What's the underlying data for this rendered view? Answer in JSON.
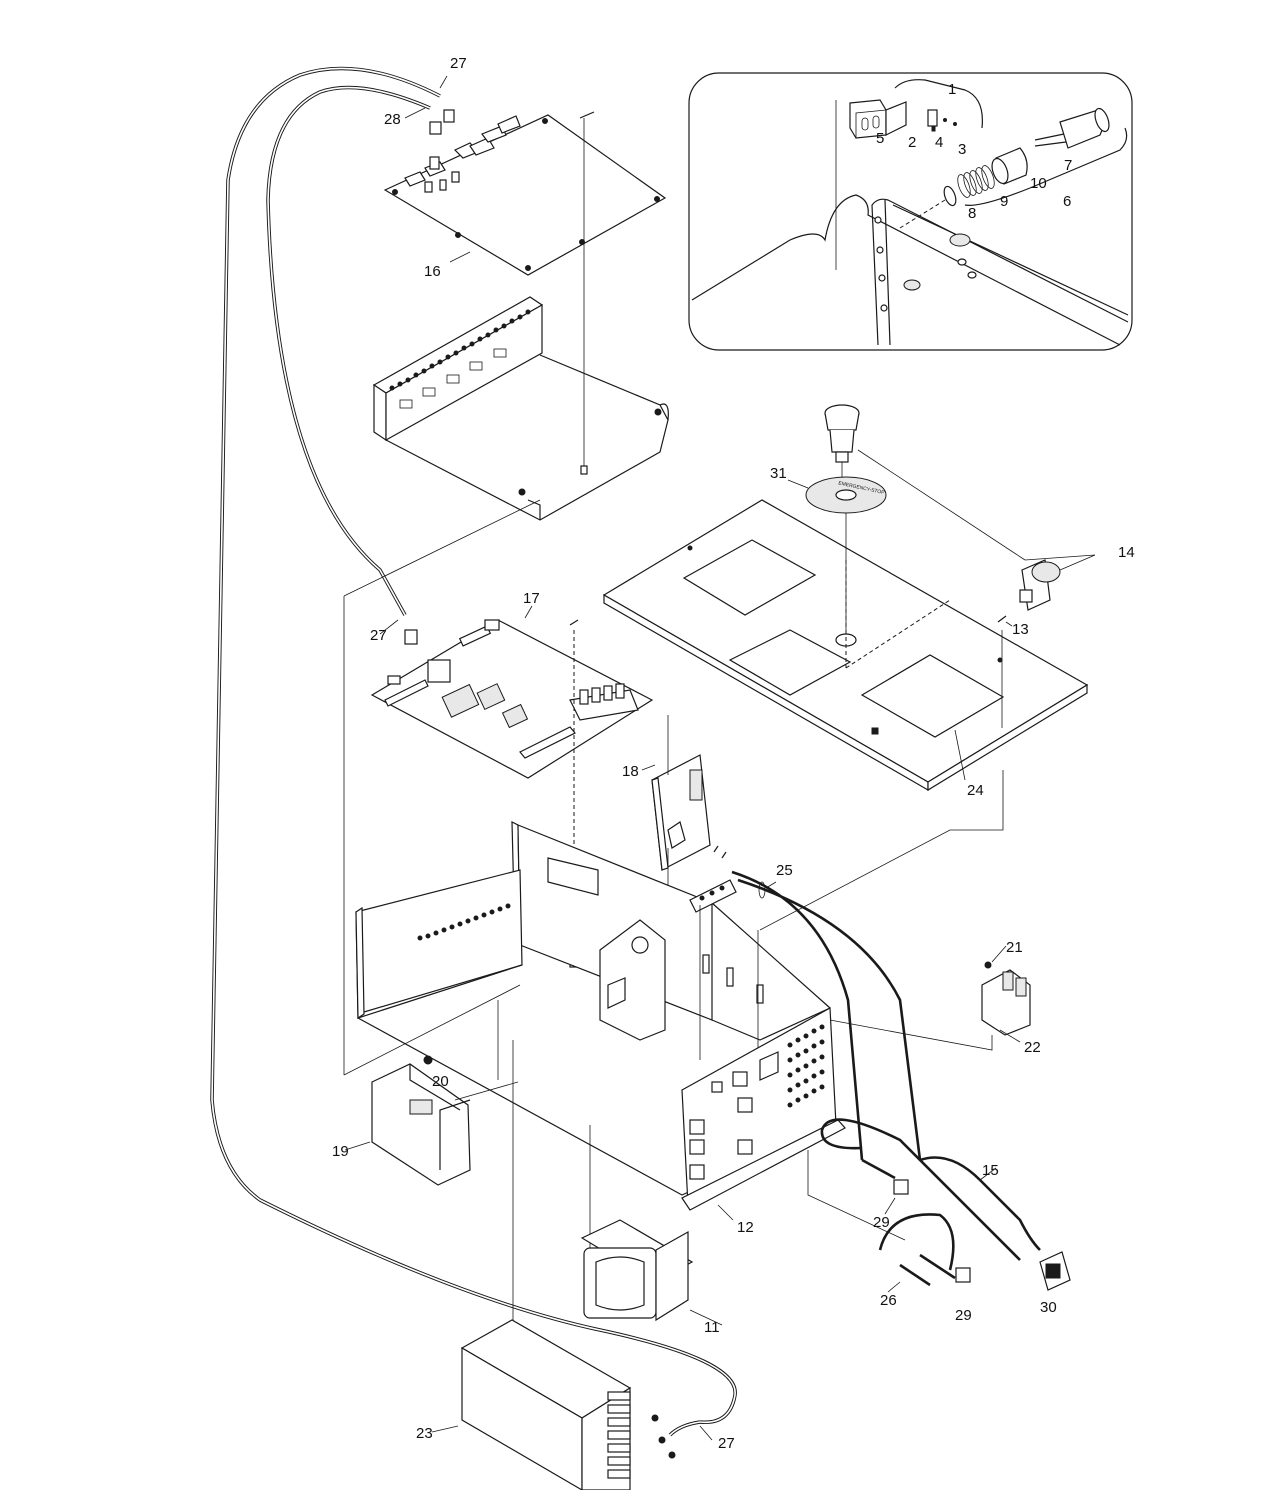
{
  "callouts": {
    "c1": "1",
    "c2": "2",
    "c3": "3",
    "c4": "4",
    "c5": "5",
    "c6": "6",
    "c7": "7",
    "c8": "8",
    "c9": "9",
    "c10": "10",
    "c11": "11",
    "c12": "12",
    "c13": "13",
    "c14": "14",
    "c15": "15",
    "c16": "16",
    "c17": "17",
    "c18": "18",
    "c19": "19",
    "c20": "20",
    "c21": "21",
    "c22": "22",
    "c23": "23",
    "c24": "24",
    "c25": "25",
    "c26": "26",
    "c27a": "27",
    "c27b": "27",
    "c27c": "27",
    "c28": "28",
    "c29a": "29",
    "c29b": "29",
    "c30": "30",
    "c31": "31"
  },
  "label_disc": "EMERGENCY-STOP"
}
